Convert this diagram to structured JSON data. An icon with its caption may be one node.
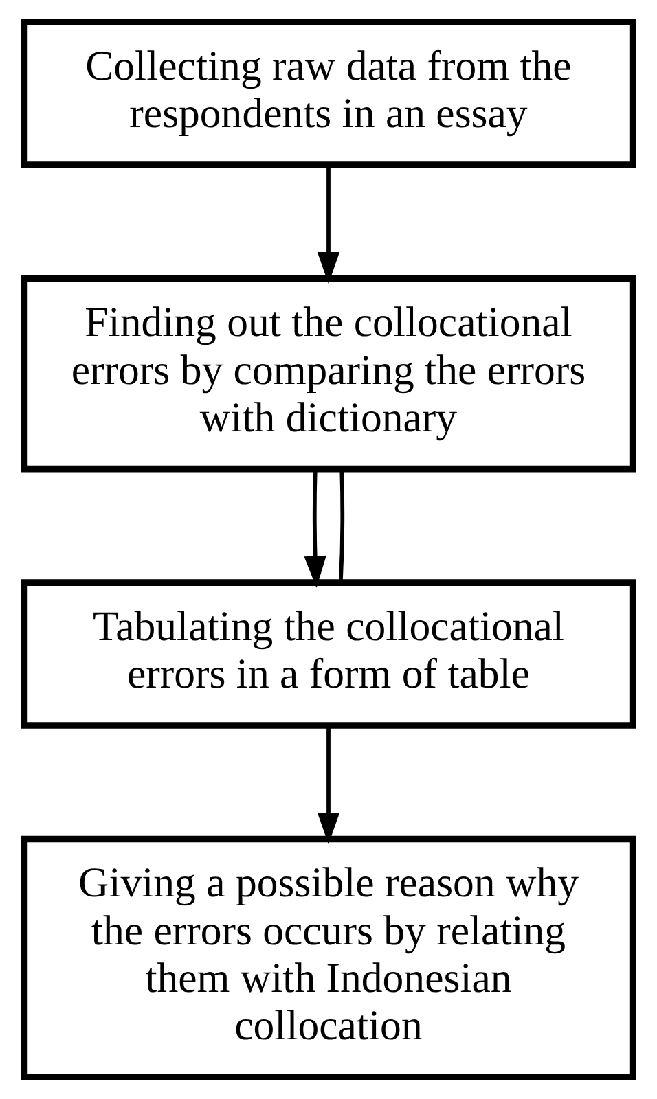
{
  "diagram": {
    "nodes": [
      {
        "text": [
          "Collecting raw data from the respondents in an essay"
        ]
      },
      {
        "text": [
          "Finding out the collocational errors by comparing the errors with dictionary"
        ]
      },
      {
        "text": [
          "Tabulating the collocational errors in a form of table"
        ]
      },
      {
        "text": [
          "Giving a possible reason why the errors occurs by relating them with Indonesian collocation"
        ]
      }
    ],
    "edges": [
      {
        "from": 0,
        "to": 1,
        "arrow": "to"
      },
      {
        "from": 1,
        "to": 2,
        "arrow": "to"
      },
      {
        "from": 1,
        "to": 2,
        "arrow": "none"
      },
      {
        "from": 2,
        "to": 3,
        "arrow": "to"
      }
    ]
  }
}
